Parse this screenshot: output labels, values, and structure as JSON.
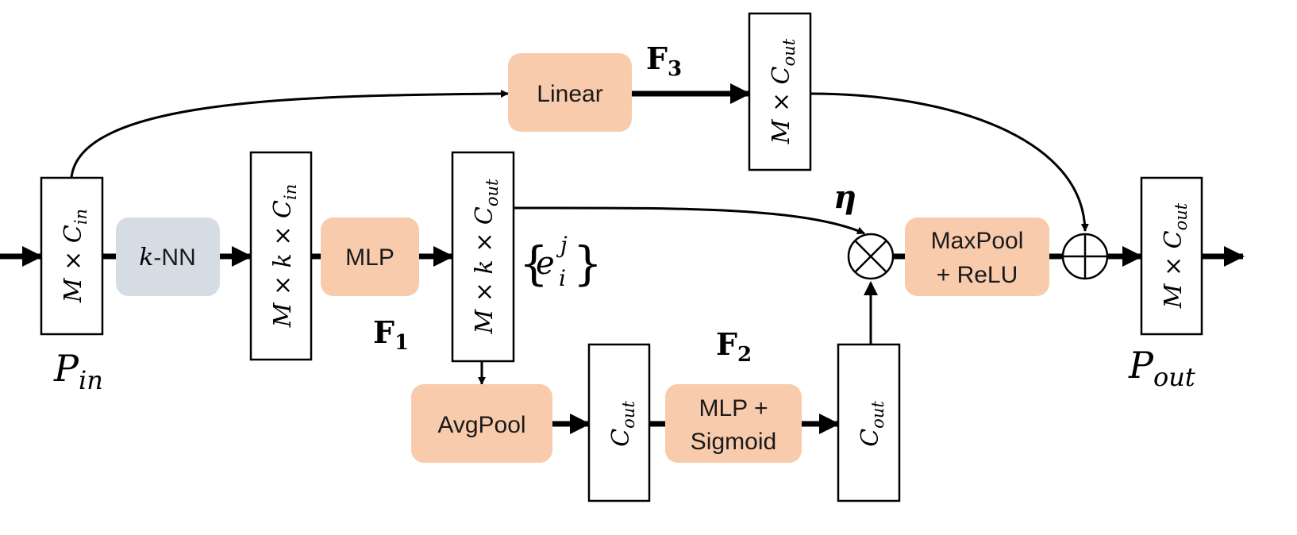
{
  "colors": {
    "module_orange": "#f8cbad",
    "module_blue": "#d6dce4",
    "line": "#000000",
    "tensor_fill": "#ffffff"
  },
  "modules": {
    "knn": {
      "prefix": "k",
      "suffix": "-NN"
    },
    "mlp": {
      "label": "MLP"
    },
    "linear": {
      "label": "Linear"
    },
    "avgpool": {
      "label": "AvgPool"
    },
    "mlp_sigmoid": {
      "line1": "MLP +",
      "line2": "Sigmoid"
    },
    "maxpool_relu": {
      "line1": "MaxPool",
      "line2": "+ ReLU"
    }
  },
  "tensors": {
    "p_in_shape": {
      "a": "M",
      "op": " × ",
      "b": "C",
      "sub": "in"
    },
    "knn_out_shape": {
      "a": "M",
      "op1": " × ",
      "k": "k",
      "op2": " × ",
      "b": "C",
      "sub": "in"
    },
    "mlp_out_shape": {
      "a": "M",
      "op1": " × ",
      "k": "k",
      "op2": " × ",
      "b": "C",
      "sub": "out"
    },
    "linear_out_shape": {
      "a": "M",
      "op": " × ",
      "b": "C",
      "sub": "out"
    },
    "pool_out_shape": {
      "b": "C",
      "sub": "out"
    },
    "gate_shape": {
      "b": "C",
      "sub": "out"
    },
    "p_out_shape": {
      "a": "M",
      "op": " × ",
      "b": "C",
      "sub": "out"
    }
  },
  "labels": {
    "p_in": {
      "main": "P",
      "sub": "in"
    },
    "p_out": {
      "main": "P",
      "sub": "out"
    },
    "f1": {
      "main": "F",
      "sub": "1"
    },
    "f2": {
      "main": "F",
      "sub": "2"
    },
    "f3": {
      "main": "F",
      "sub": "3"
    },
    "eta": "η",
    "edge_feat": {
      "open": "{",
      "e": "e",
      "sup": "j",
      "sub": "i",
      "close": "}"
    }
  },
  "operators": {
    "multiply": "⊗",
    "add": "⊕"
  }
}
